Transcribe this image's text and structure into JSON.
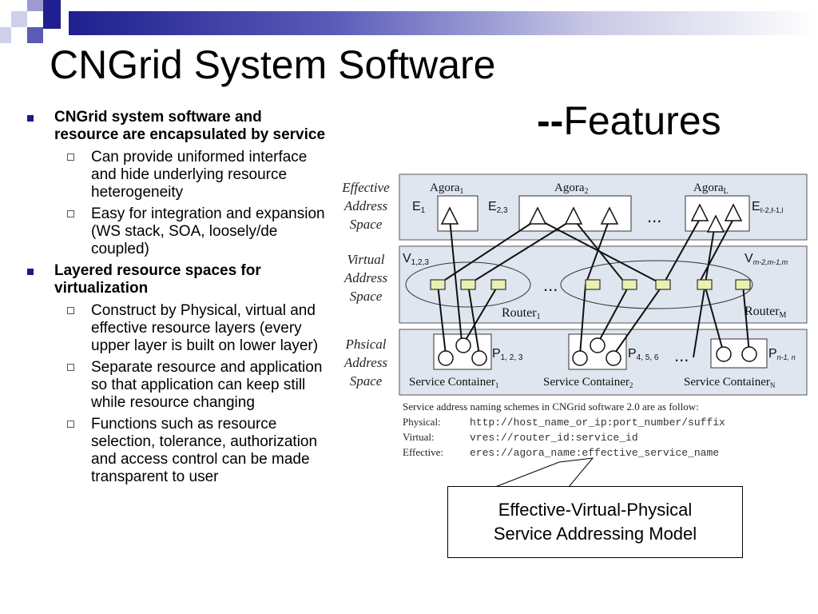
{
  "slide": {
    "title": "CNGrid System Software",
    "subtitle_dash": "--",
    "subtitle": "Features"
  },
  "bullets": [
    {
      "text": "CNGrid system software and resource are encapsulated by service",
      "subs": [
        "Can provide uniformed interface and hide underlying resource heterogeneity",
        "Easy for integration and expansion (WS stack, SOA, loosely/de coupled)"
      ]
    },
    {
      "text": "Layered resource spaces for virtualization",
      "subs": [
        "Construct by Physical, virtual and effective resource layers (every upper layer is built on lower layer)",
        "Separate resource and application so that application can keep still while resource changing",
        "Functions such as resource selection, tolerance, authorization and access control can be made transparent to user"
      ]
    }
  ],
  "diagram": {
    "layers": {
      "effective": [
        "Effective",
        "Address",
        "Space"
      ],
      "virtual": [
        "Virtual",
        "Address",
        "Space"
      ],
      "physical": [
        "Phsical",
        "Address",
        "Space"
      ]
    },
    "agora": {
      "a1": "Agora",
      "a1_sub": "1",
      "a2": "Agora",
      "a2_sub": "2",
      "aL": "Agora",
      "aL_sub": "L"
    },
    "e_labels": {
      "e1": "E",
      "e1_sub": "1",
      "e23": "E",
      "e23_sub": "2,3",
      "eL": "E",
      "eL_sub": "ℓ-2,ℓ-1,l"
    },
    "v_labels": {
      "v123": "V",
      "v123_sub": "1,2,3",
      "vm": "V",
      "vm_sub": "m-2,m-1,m"
    },
    "routers": {
      "r1": "Router",
      "r1_sub": "1",
      "rm": "Router",
      "rm_sub": "M"
    },
    "p_labels": {
      "p123": "P",
      "p123_sub": "1, 2, 3",
      "p456": "P",
      "p456_sub": "4, 5, 6",
      "pn": "P",
      "pn_sub": "n-1, n"
    },
    "containers": {
      "c1": "Service Container",
      "c1_sub": "1",
      "c2": "Service Container",
      "c2_sub": "2",
      "cn": "Service Container",
      "cn_sub": "N"
    },
    "ellipsis": "...",
    "naming_header": "Service address naming schemes in CNGrid software 2.0 are as follow:",
    "naming": [
      {
        "label": "Physical:",
        "value": "http://host_name_or_ip:port_number/suffix"
      },
      {
        "label": "Virtual:",
        "value": "vres://router_id:service_id"
      },
      {
        "label": "Effective:",
        "value": "eres://agora_name:effective_service_name"
      }
    ]
  },
  "callout": {
    "line1": "Effective-Virtual-Physical",
    "line2": "Service Addressing Model"
  },
  "colors": {
    "accent": "#1a1a8a",
    "layer_fill": "#dfe6ef",
    "node_fill": "#e9f0b0"
  }
}
